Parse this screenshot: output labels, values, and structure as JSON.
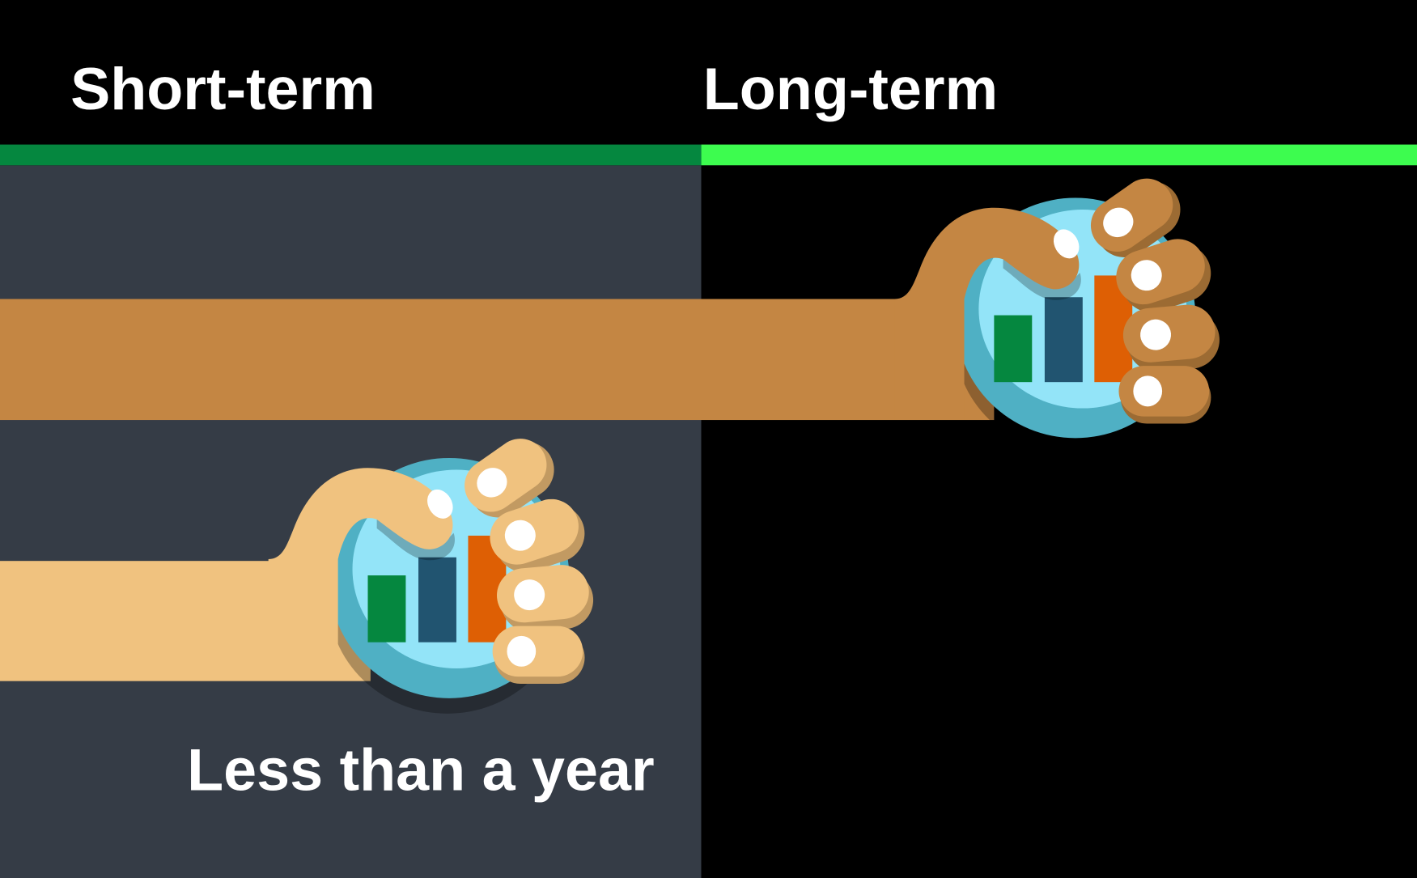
{
  "header": {
    "short_term_title": "Short-term",
    "long_term_title": "Long-term"
  },
  "short_term": {
    "caption": "Less than a year"
  },
  "icons": {
    "short_term_hand": "hand-holding-bar-chart-icon",
    "long_term_hand": "hand-holding-bar-chart-icon"
  },
  "colors": {
    "top_band": "#000000",
    "short_term_bar": "#05873f",
    "long_term_bar": "#3dfc4f",
    "short_term_panel": "#353c46",
    "long_term_panel": "#000000",
    "short_arm": "#f0c27f",
    "long_arm": "#c48643",
    "chart_bar_green": "#05873f",
    "chart_bar_navy": "#215470",
    "chart_bar_orange": "#de5f04",
    "disc_outer": "#4fb0c4",
    "disc_inner": "#93e4f8"
  }
}
